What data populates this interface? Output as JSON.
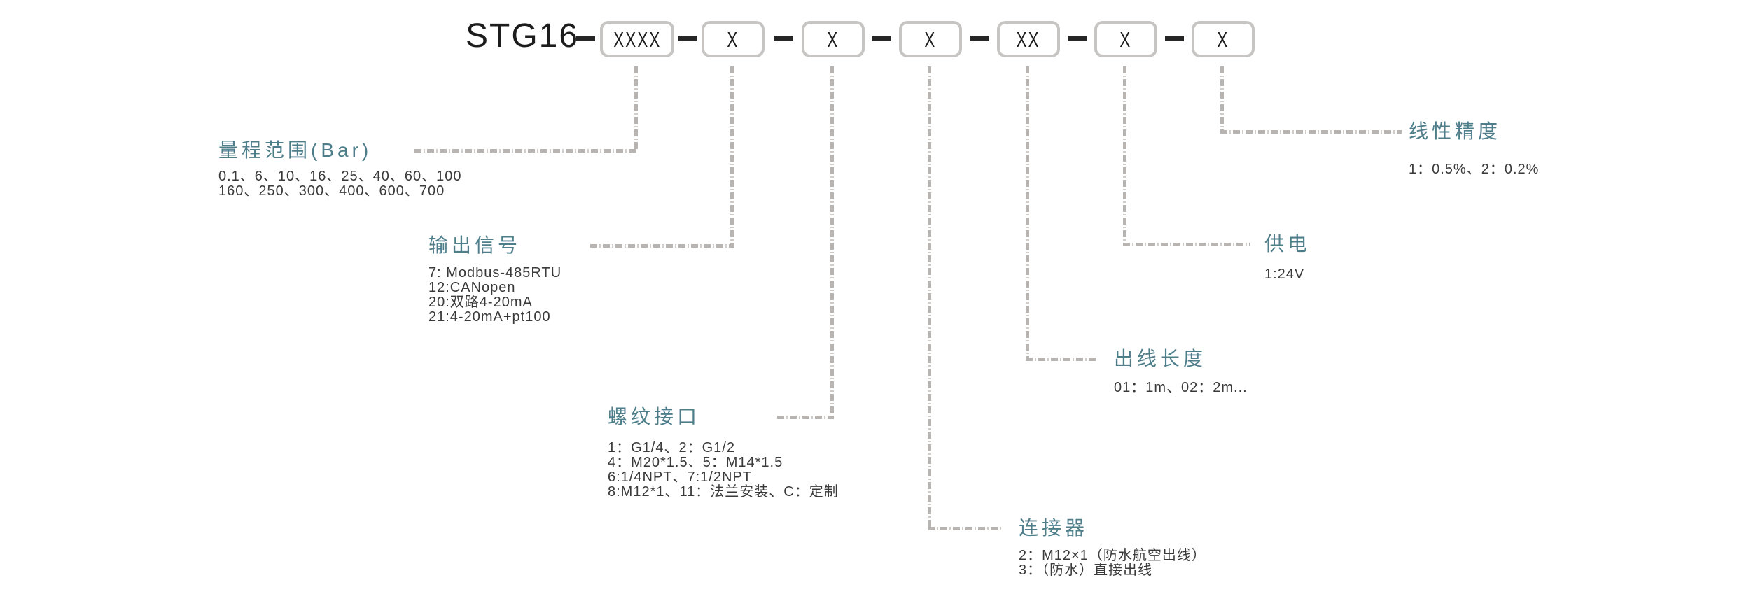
{
  "title": "STG16",
  "code_boxes": [
    {
      "label": "XXXX"
    },
    {
      "label": "X"
    },
    {
      "label": "X"
    },
    {
      "label": "X"
    },
    {
      "label": "XX"
    },
    {
      "label": "X"
    },
    {
      "label": "X"
    }
  ],
  "sections": [
    {
      "id": "range",
      "label": "量程范围(Bar)",
      "lines": [
        "0.1、6、10、16、25、40、60、100",
        "160、250、300、400、600、700"
      ]
    },
    {
      "id": "output-signal",
      "label": "输出信号",
      "lines": [
        "7: Modbus-485RTU",
        "12:CANopen",
        "20:双路4-20mA",
        "21:4-20mA+pt100"
      ]
    },
    {
      "id": "thread-interface",
      "label": "螺纹接口",
      "lines": [
        "1：G1/4、2：G1/2",
        "4：M20*1.5、5：M14*1.5",
        "6:1/4NPT、7:1/2NPT",
        "8:M12*1、11：法兰安装、C：定制"
      ]
    },
    {
      "id": "connector",
      "label": "连接器",
      "lines": [
        "2：M12×1（防水航空出线）",
        "3：（防水）直接出线"
      ]
    },
    {
      "id": "cable-length",
      "label": "出线长度",
      "lines": [
        "01：1m、02：2m..."
      ]
    },
    {
      "id": "power-supply",
      "label": "供电",
      "lines": [
        "1:24V"
      ]
    },
    {
      "id": "linear-accuracy",
      "label": "线性精度",
      "lines": [
        "1：0.5%、2：0.2%"
      ]
    }
  ],
  "colors": {
    "label_teal": "#4e7e8a",
    "value_text": "#3a3a3a",
    "dashed_line": "#b7b4b1",
    "box_border": "#c6c5c3",
    "separator_dash": "#262626",
    "background": "#ffffff"
  }
}
